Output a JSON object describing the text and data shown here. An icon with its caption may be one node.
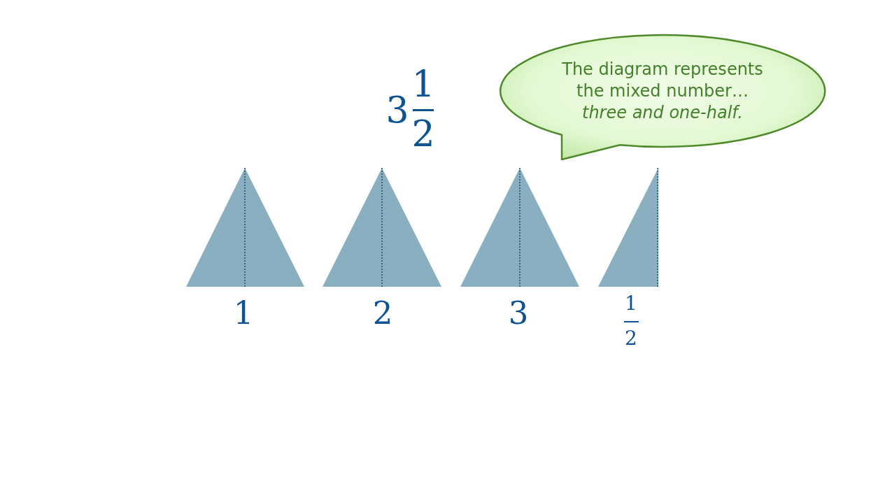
{
  "diagram": {
    "nodes": [
      {
        "text": [
          "The diagram represents the mixed number…",
          "three and one-half."
        ]
      },
      {
        "text": [],
        "shape": "triangle",
        "beside": [
          "1"
        ]
      },
      {
        "text": [],
        "shape": "triangle",
        "beside": [
          "2"
        ]
      },
      {
        "text": [],
        "shape": "triangle",
        "beside": [
          "3"
        ]
      },
      {
        "text": [],
        "shape": "triangle",
        "beside": [
          "1",
          "2"
        ]
      }
    ],
    "labels": [
      "3",
      "1",
      "2"
    ]
  }
}
